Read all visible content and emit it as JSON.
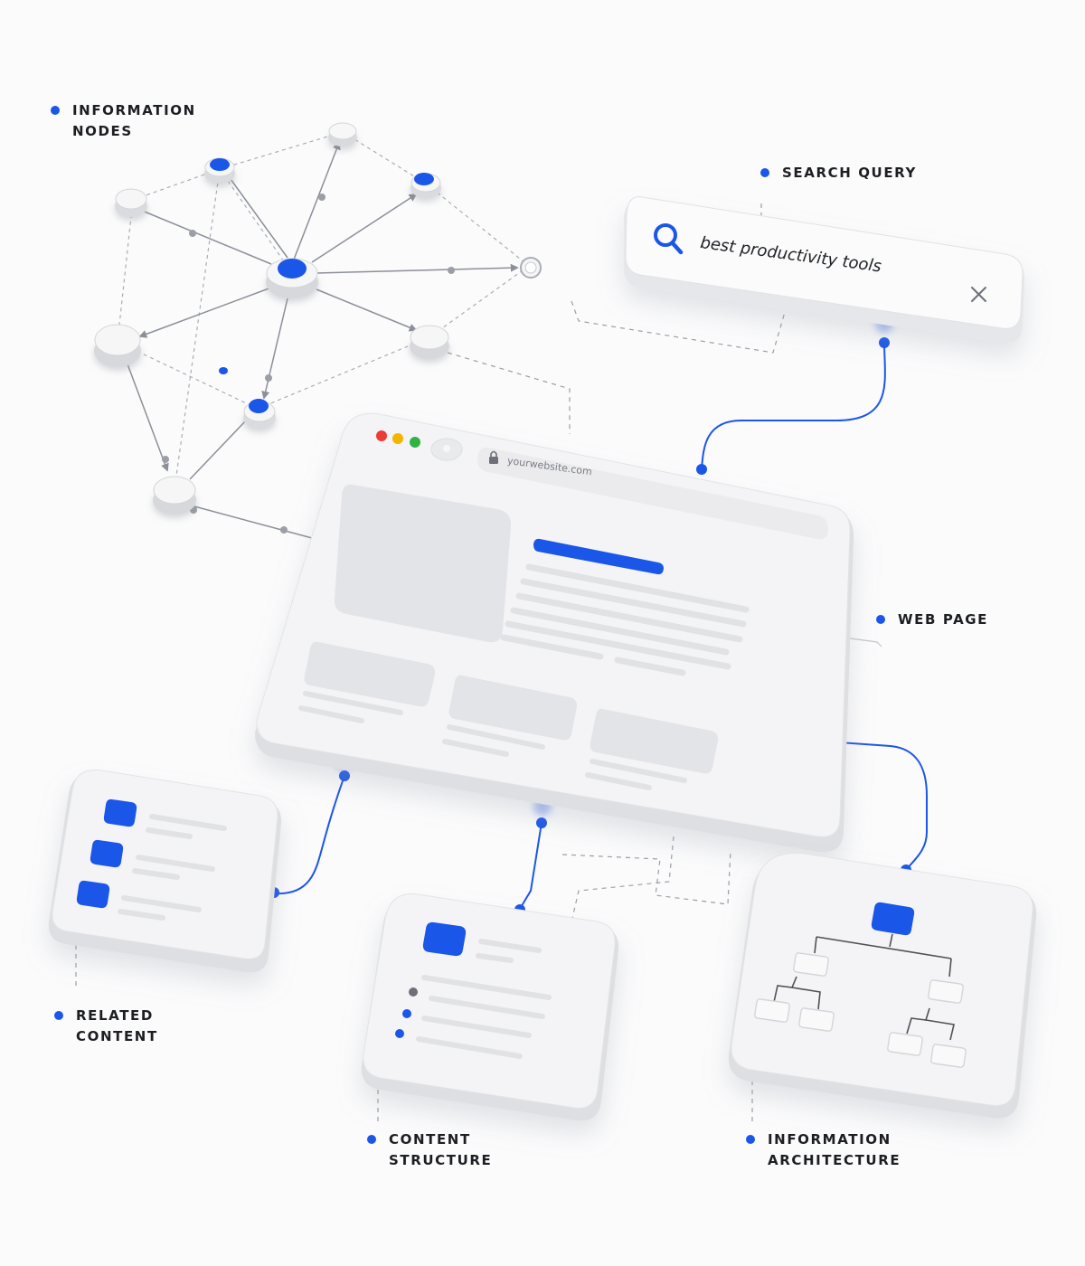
{
  "labels": {
    "information_nodes": [
      "INFORMATION",
      "NODES"
    ],
    "search_query": [
      "SEARCH QUERY"
    ],
    "web_page": [
      "WEB PAGE"
    ],
    "related_content": [
      "RELATED",
      "CONTENT"
    ],
    "content_structure": [
      "CONTENT",
      "STRUCTURE"
    ],
    "information_architecture": [
      "INFORMATION",
      "ARCHITECTURE"
    ]
  },
  "search": {
    "query": "best productivity tools",
    "icon": "search-icon",
    "clear_icon": "close-icon"
  },
  "browser": {
    "url": "yourwebsite.com",
    "window_controls": [
      "red",
      "yellow",
      "green"
    ],
    "lock_icon": "lock-icon"
  },
  "colors": {
    "accent": "#1a56e8",
    "control_red": "#ee3b33",
    "control_yellow": "#f4b400",
    "control_green": "#2fb344",
    "card": "#f3f3f5",
    "placeholder": "#e3e4e7"
  }
}
